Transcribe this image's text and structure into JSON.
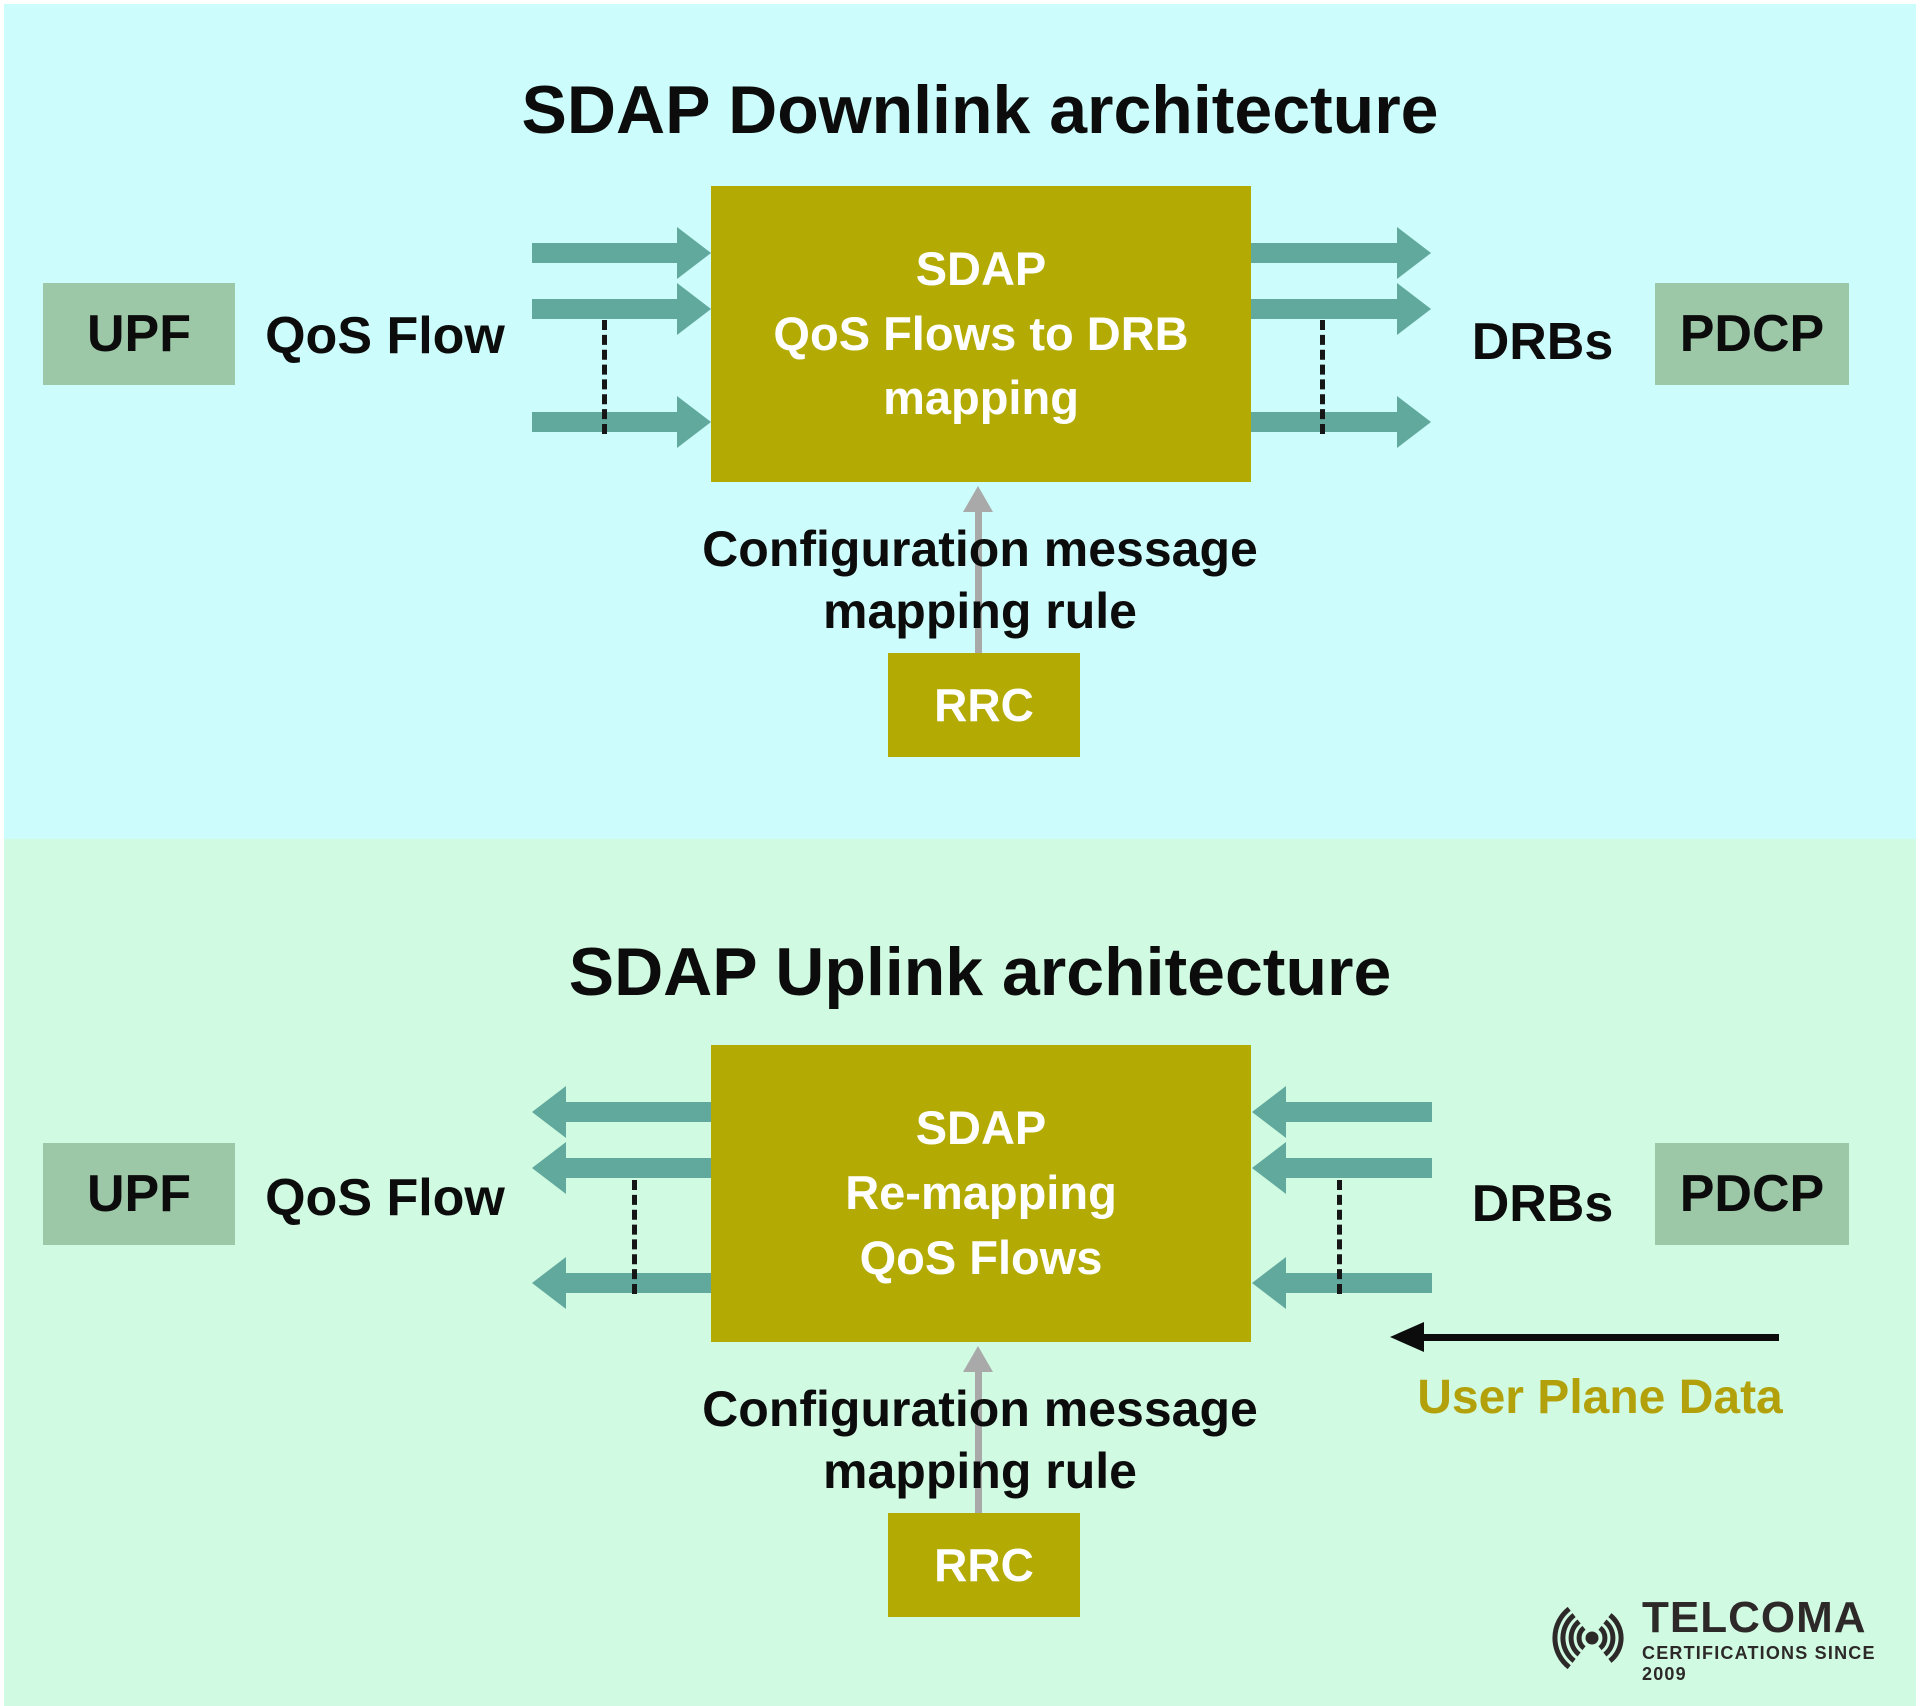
{
  "downlink": {
    "title": "SDAP Downlink architecture",
    "upf_label": "UPF",
    "qos_flow_label": "QoS Flow",
    "sdap_box": {
      "line1": "SDAP",
      "line2": "QoS Flows to DRB",
      "line3": "mapping"
    },
    "drbs_label": "DRBs",
    "pdcp_label": "PDCP",
    "config_line1": "Configuration message",
    "config_line2": "mapping rule",
    "rrc_label": "RRC"
  },
  "uplink": {
    "title": "SDAP Uplink architecture",
    "upf_label": "UPF",
    "qos_flow_label": "QoS Flow",
    "sdap_box": {
      "line1": "SDAP",
      "line2": "Re-mapping",
      "line3": "QoS Flows"
    },
    "drbs_label": "DRBs",
    "pdcp_label": "PDCP",
    "config_line1": "Configuration message",
    "config_line2": "mapping rule",
    "rrc_label": "RRC",
    "user_plane_label": "User Plane Data"
  },
  "logo": {
    "name": "TELCOMA",
    "tagline": "CERTIFICATIONS SINCE 2009"
  },
  "colors": {
    "downlink_bg": "#ccfcfb",
    "uplink_bg": "#d0fae2",
    "node_box": "#9cc8a8",
    "sdap_box": "#b3ab04",
    "flow_arrow": "#61a89d",
    "rrc_arrow": "#a9a9a9",
    "user_plane_text": "#b3a10c",
    "logo_text": "#2d2928"
  }
}
